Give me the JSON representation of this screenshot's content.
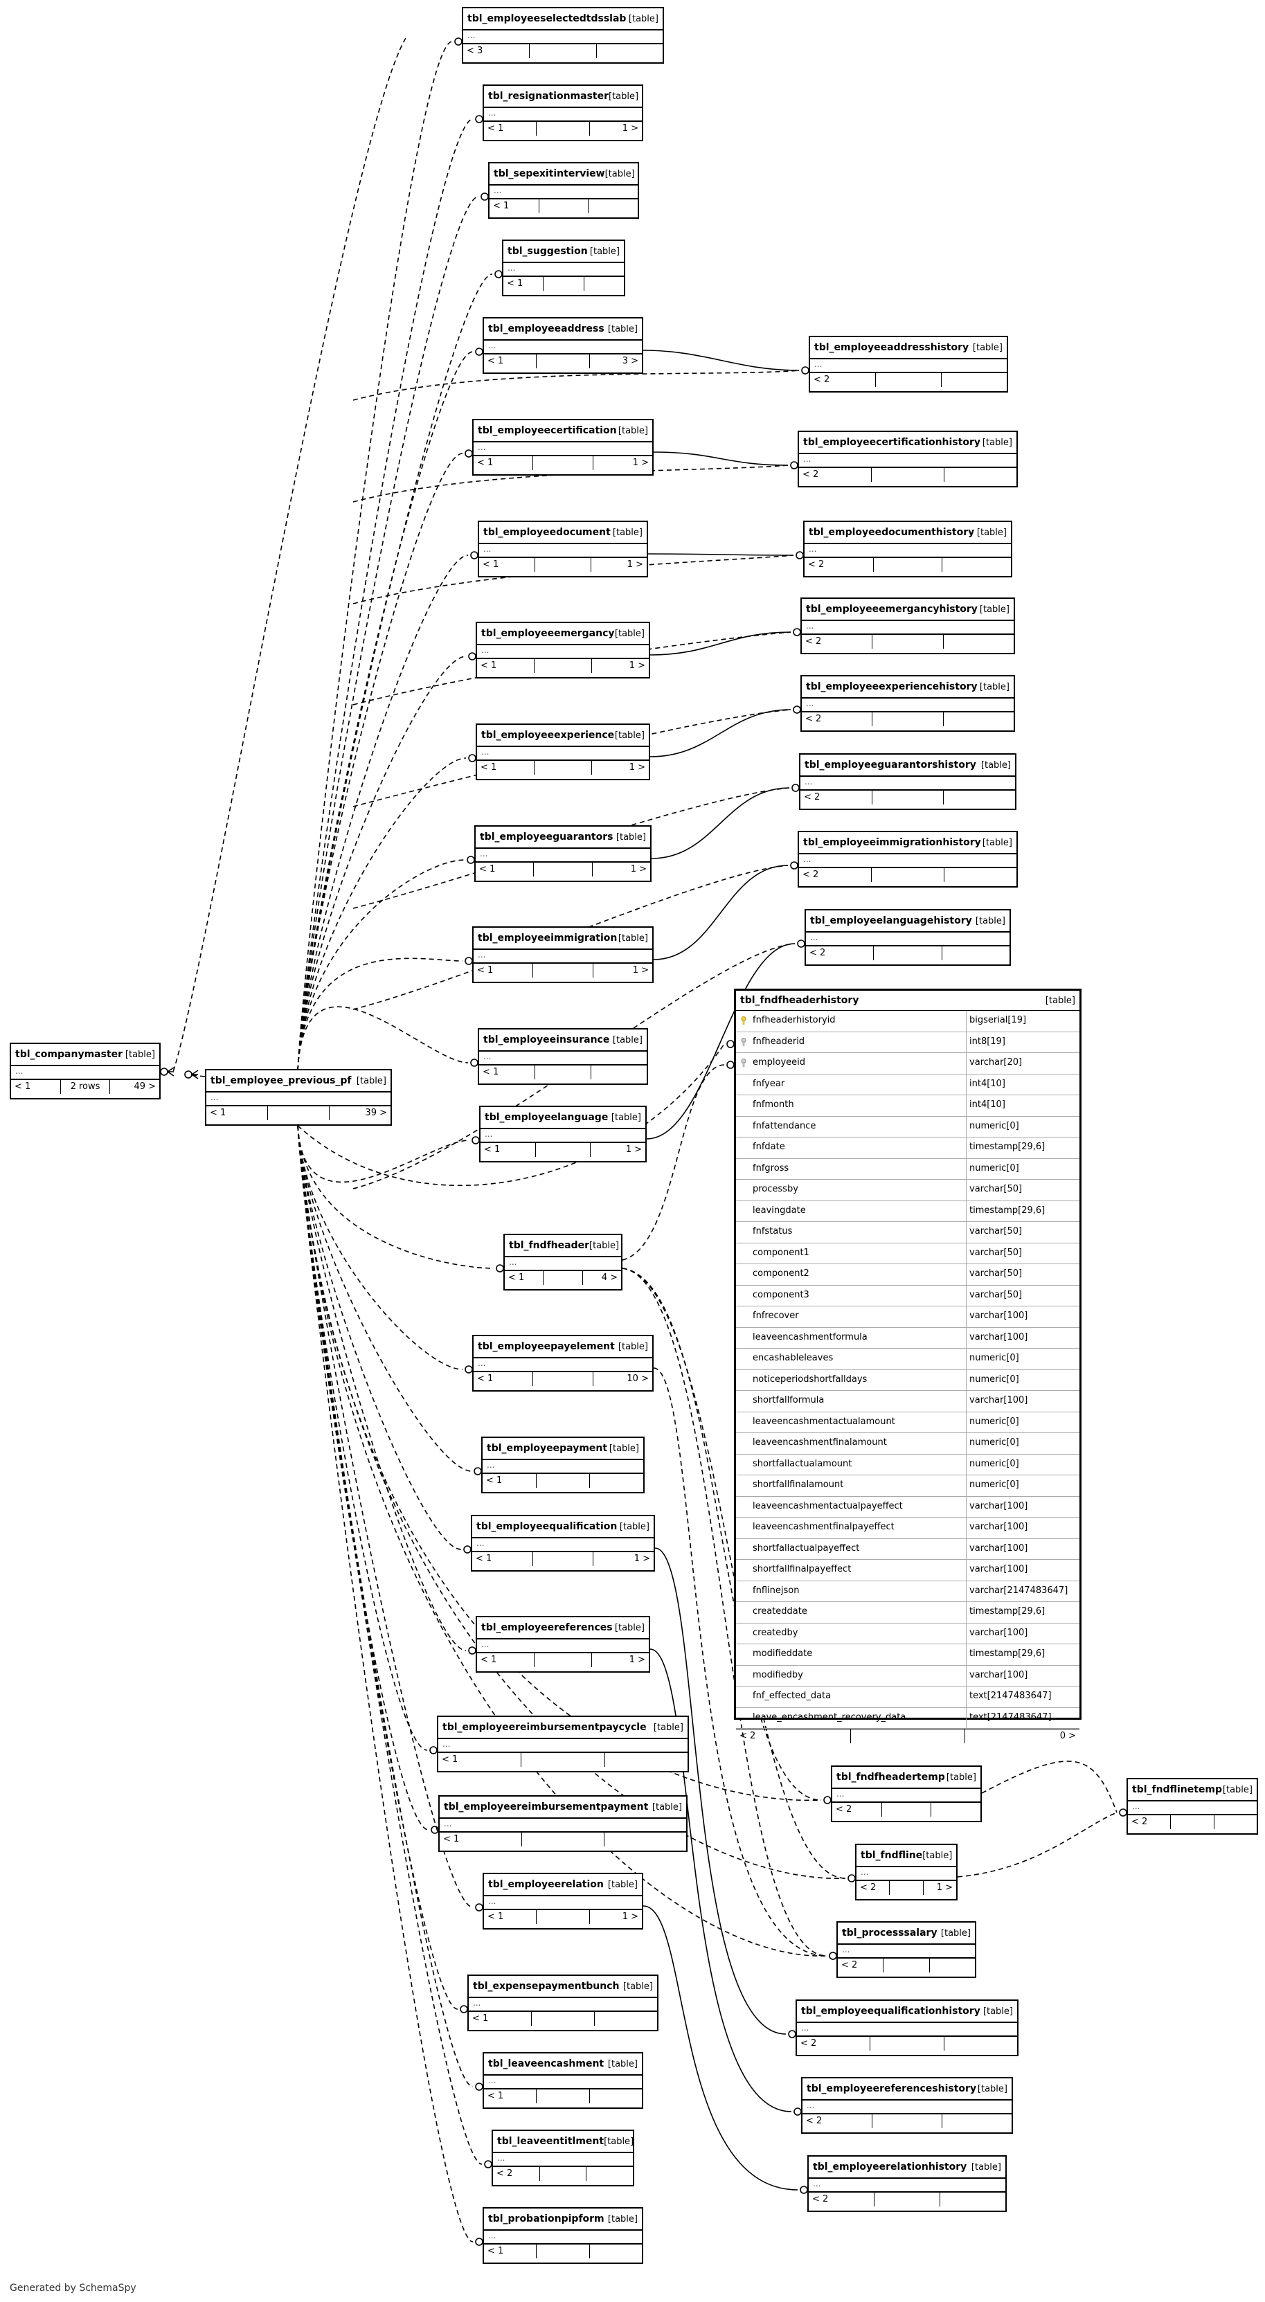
{
  "diagram": {
    "title": "SchemaSpy relationship diagram: tbl_employee_previous_pf",
    "generator": "Generated by SchemaSpy"
  },
  "tables": [
    {
      "id": "employeeselectedtdsslab",
      "name": "tbl_employeeselectedtdsslab",
      "type": "[table]",
      "footer": [
        "< 3",
        "",
        ""
      ]
    },
    {
      "id": "resignationmaster",
      "name": "tbl_resignationmaster",
      "type": "[table]",
      "footer": [
        "< 1",
        "",
        "1 >"
      ]
    },
    {
      "id": "sepexitinterview",
      "name": "tbl_sepexitinterview",
      "type": "[table]",
      "footer": [
        "< 1",
        "",
        ""
      ]
    },
    {
      "id": "suggestion",
      "name": "tbl_suggestion",
      "type": "[table]",
      "footer": [
        "< 1",
        "",
        ""
      ]
    },
    {
      "id": "employeeaddress",
      "name": "tbl_employeeaddress",
      "type": "[table]",
      "footer": [
        "< 1",
        "",
        "3 >"
      ]
    },
    {
      "id": "employeeaddresshistory",
      "name": "tbl_employeeaddresshistory",
      "type": "[table]",
      "footer": [
        "< 2",
        "",
        ""
      ]
    },
    {
      "id": "employeecertification",
      "name": "tbl_employeecertification",
      "type": "[table]",
      "footer": [
        "< 1",
        "",
        "1 >"
      ]
    },
    {
      "id": "employeecertificationhistory",
      "name": "tbl_employeecertificationhistory",
      "type": "[table]",
      "footer": [
        "< 2",
        "",
        ""
      ]
    },
    {
      "id": "employeedocument",
      "name": "tbl_employeedocument",
      "type": "[table]",
      "footer": [
        "< 1",
        "",
        "1 >"
      ]
    },
    {
      "id": "employeedocumenthistory",
      "name": "tbl_employeedocumenthistory",
      "type": "[table]",
      "footer": [
        "< 2",
        "",
        ""
      ]
    },
    {
      "id": "employeeemergancy",
      "name": "tbl_employeeemergancy",
      "type": "[table]",
      "footer": [
        "< 1",
        "",
        "1 >"
      ]
    },
    {
      "id": "employeeemergancyhistory",
      "name": "tbl_employeeemergancyhistory",
      "type": "[table]",
      "footer": [
        "< 2",
        "",
        ""
      ]
    },
    {
      "id": "employeeexperience",
      "name": "tbl_employeeexperience",
      "type": "[table]",
      "footer": [
        "< 1",
        "",
        "1 >"
      ]
    },
    {
      "id": "employeeexperiencehistory",
      "name": "tbl_employeeexperiencehistory",
      "type": "[table]",
      "footer": [
        "< 2",
        "",
        ""
      ]
    },
    {
      "id": "employeeguarantors",
      "name": "tbl_employeeguarantors",
      "type": "[table]",
      "footer": [
        "< 1",
        "",
        "1 >"
      ]
    },
    {
      "id": "employeeguarantorshistory",
      "name": "tbl_employeeguarantorshistory",
      "type": "[table]",
      "footer": [
        "< 2",
        "",
        ""
      ]
    },
    {
      "id": "employeeimmigration",
      "name": "tbl_employeeimmigration",
      "type": "[table]",
      "footer": [
        "< 1",
        "",
        "1 >"
      ]
    },
    {
      "id": "employeeimmigrationhistory",
      "name": "tbl_employeeimmigrationhistory",
      "type": "[table]",
      "footer": [
        "< 2",
        "",
        ""
      ]
    },
    {
      "id": "employeelanguagehistory",
      "name": "tbl_employeelanguagehistory",
      "type": "[table]",
      "footer": [
        "< 2",
        "",
        ""
      ]
    },
    {
      "id": "employeeinsurance",
      "name": "tbl_employeeinsurance",
      "type": "[table]",
      "footer": [
        "< 1",
        "",
        ""
      ]
    },
    {
      "id": "employeelanguage",
      "name": "tbl_employeelanguage",
      "type": "[table]",
      "footer": [
        "< 1",
        "",
        "1 >"
      ]
    },
    {
      "id": "companymaster",
      "name": "tbl_companymaster",
      "type": "[table]",
      "footer": [
        "< 1",
        "2 rows",
        "49 >"
      ]
    },
    {
      "id": "employeepreviouspf",
      "name": "tbl_employee_previous_pf",
      "type": "[table]",
      "footer": [
        "< 1",
        "",
        "39 >"
      ]
    },
    {
      "id": "fndfheader",
      "name": "tbl_fndfheader",
      "type": "[table]",
      "footer": [
        "< 1",
        "",
        "4 >"
      ]
    },
    {
      "id": "employeepayelement",
      "name": "tbl_employeepayelement",
      "type": "[table]",
      "footer": [
        "< 1",
        "",
        "10 >"
      ]
    },
    {
      "id": "employeepayment",
      "name": "tbl_employeepayment",
      "type": "[table]",
      "footer": [
        "< 1",
        "",
        ""
      ]
    },
    {
      "id": "employeequalification",
      "name": "tbl_employeequalification",
      "type": "[table]",
      "footer": [
        "< 1",
        "",
        "1 >"
      ]
    },
    {
      "id": "employeereferences",
      "name": "tbl_employeereferences",
      "type": "[table]",
      "footer": [
        "< 1",
        "",
        "1 >"
      ]
    },
    {
      "id": "employeereimbursementpaycycle",
      "name": "tbl_employeereimbursementpaycycle",
      "type": "[table]",
      "footer": [
        "< 1",
        "",
        ""
      ]
    },
    {
      "id": "employeereimbursementpayment",
      "name": "tbl_employeereimbursementpayment",
      "type": "[table]",
      "footer": [
        "< 1",
        "",
        ""
      ]
    },
    {
      "id": "employeerelation",
      "name": "tbl_employeerelation",
      "type": "[table]",
      "footer": [
        "< 1",
        "",
        "1 >"
      ]
    },
    {
      "id": "expensepaymentbunch",
      "name": "tbl_expensepaymentbunch",
      "type": "[table]",
      "footer": [
        "< 1",
        "",
        ""
      ]
    },
    {
      "id": "leaveencashment",
      "name": "tbl_leaveencashment",
      "type": "[table]",
      "footer": [
        "< 1",
        "",
        ""
      ]
    },
    {
      "id": "leaveentitlment",
      "name": "tbl_leaveentitlment",
      "type": "[table]",
      "footer": [
        "< 2",
        "",
        ""
      ]
    },
    {
      "id": "probationpipform",
      "name": "tbl_probationpipform",
      "type": "[table]",
      "footer": [
        "< 1",
        "",
        ""
      ]
    },
    {
      "id": "fndfheadertemp",
      "name": "tbl_fndfheadertemp",
      "type": "[table]",
      "footer": [
        "< 2",
        "",
        ""
      ]
    },
    {
      "id": "fndfline",
      "name": "tbl_fndfline",
      "type": "[table]",
      "footer": [
        "< 2",
        "",
        "1 >"
      ]
    },
    {
      "id": "fndflinetemp",
      "name": "tbl_fndflinetemp",
      "type": "[table]",
      "footer": [
        "< 2",
        "",
        ""
      ]
    },
    {
      "id": "processsalary",
      "name": "tbl_processsalary",
      "type": "[table]",
      "footer": [
        "< 2",
        "",
        ""
      ]
    },
    {
      "id": "employeequalificationhistory",
      "name": "tbl_employeequalificationhistory",
      "type": "[table]",
      "footer": [
        "< 2",
        "",
        ""
      ]
    },
    {
      "id": "employeereferenceshistory",
      "name": "tbl_employeereferenceshistory",
      "type": "[table]",
      "footer": [
        "< 2",
        "",
        ""
      ]
    },
    {
      "id": "employeerelationhistory",
      "name": "tbl_employeerelationhistory",
      "type": "[table]",
      "footer": [
        "< 2",
        "",
        ""
      ]
    }
  ],
  "history_table": {
    "name": "tbl_fndfheaderhistory",
    "type": "[table]",
    "footer": [
      "< 2",
      "",
      "0 >"
    ],
    "columns": [
      {
        "name": "fnfheaderhistoryid",
        "type": "bigserial[19]",
        "key": "primary"
      },
      {
        "name": "fnfheaderid",
        "type": "int8[19]",
        "key": "foreign"
      },
      {
        "name": "employeeid",
        "type": "varchar[20]",
        "key": "foreign"
      },
      {
        "name": "fnfyear",
        "type": "int4[10]",
        "key": ""
      },
      {
        "name": "fnfmonth",
        "type": "int4[10]",
        "key": ""
      },
      {
        "name": "fnfattendance",
        "type": "numeric[0]",
        "key": ""
      },
      {
        "name": "fnfdate",
        "type": "timestamp[29,6]",
        "key": ""
      },
      {
        "name": "fnfgross",
        "type": "numeric[0]",
        "key": ""
      },
      {
        "name": "processby",
        "type": "varchar[50]",
        "key": ""
      },
      {
        "name": "leavingdate",
        "type": "timestamp[29,6]",
        "key": ""
      },
      {
        "name": "fnfstatus",
        "type": "varchar[50]",
        "key": ""
      },
      {
        "name": "component1",
        "type": "varchar[50]",
        "key": ""
      },
      {
        "name": "component2",
        "type": "varchar[50]",
        "key": ""
      },
      {
        "name": "component3",
        "type": "varchar[50]",
        "key": ""
      },
      {
        "name": "fnfrecover",
        "type": "varchar[100]",
        "key": ""
      },
      {
        "name": "leaveencashmentformula",
        "type": "varchar[100]",
        "key": ""
      },
      {
        "name": "encashableleaves",
        "type": "numeric[0]",
        "key": ""
      },
      {
        "name": "noticeperiodshortfalldays",
        "type": "numeric[0]",
        "key": ""
      },
      {
        "name": "shortfallformula",
        "type": "varchar[100]",
        "key": ""
      },
      {
        "name": "leaveencashmentactualamount",
        "type": "numeric[0]",
        "key": ""
      },
      {
        "name": "leaveencashmentfinalamount",
        "type": "numeric[0]",
        "key": ""
      },
      {
        "name": "shortfallactualamount",
        "type": "numeric[0]",
        "key": ""
      },
      {
        "name": "shortfallfinalamount",
        "type": "numeric[0]",
        "key": ""
      },
      {
        "name": "leaveencashmentactualpayeffect",
        "type": "varchar[100]",
        "key": ""
      },
      {
        "name": "leaveencashmentfinalpayeffect",
        "type": "varchar[100]",
        "key": ""
      },
      {
        "name": "shortfallactualpayeffect",
        "type": "varchar[100]",
        "key": ""
      },
      {
        "name": "shortfallfinalpayeffect",
        "type": "varchar[100]",
        "key": ""
      },
      {
        "name": "fnflinejson",
        "type": "varchar[2147483647]",
        "key": ""
      },
      {
        "name": "createddate",
        "type": "timestamp[29,6]",
        "key": ""
      },
      {
        "name": "createdby",
        "type": "varchar[100]",
        "key": ""
      },
      {
        "name": "modifieddate",
        "type": "timestamp[29,6]",
        "key": ""
      },
      {
        "name": "modifiedby",
        "type": "varchar[100]",
        "key": ""
      },
      {
        "name": "fnf_effected_data",
        "type": "text[2147483647]",
        "key": ""
      },
      {
        "name": "leave_encashment_recovery_data",
        "type": "text[2147483647]",
        "key": ""
      }
    ]
  },
  "colors": {
    "primary_key": "#f2d33a",
    "foreign_key": "#b8b8b8",
    "line": "#000000"
  }
}
